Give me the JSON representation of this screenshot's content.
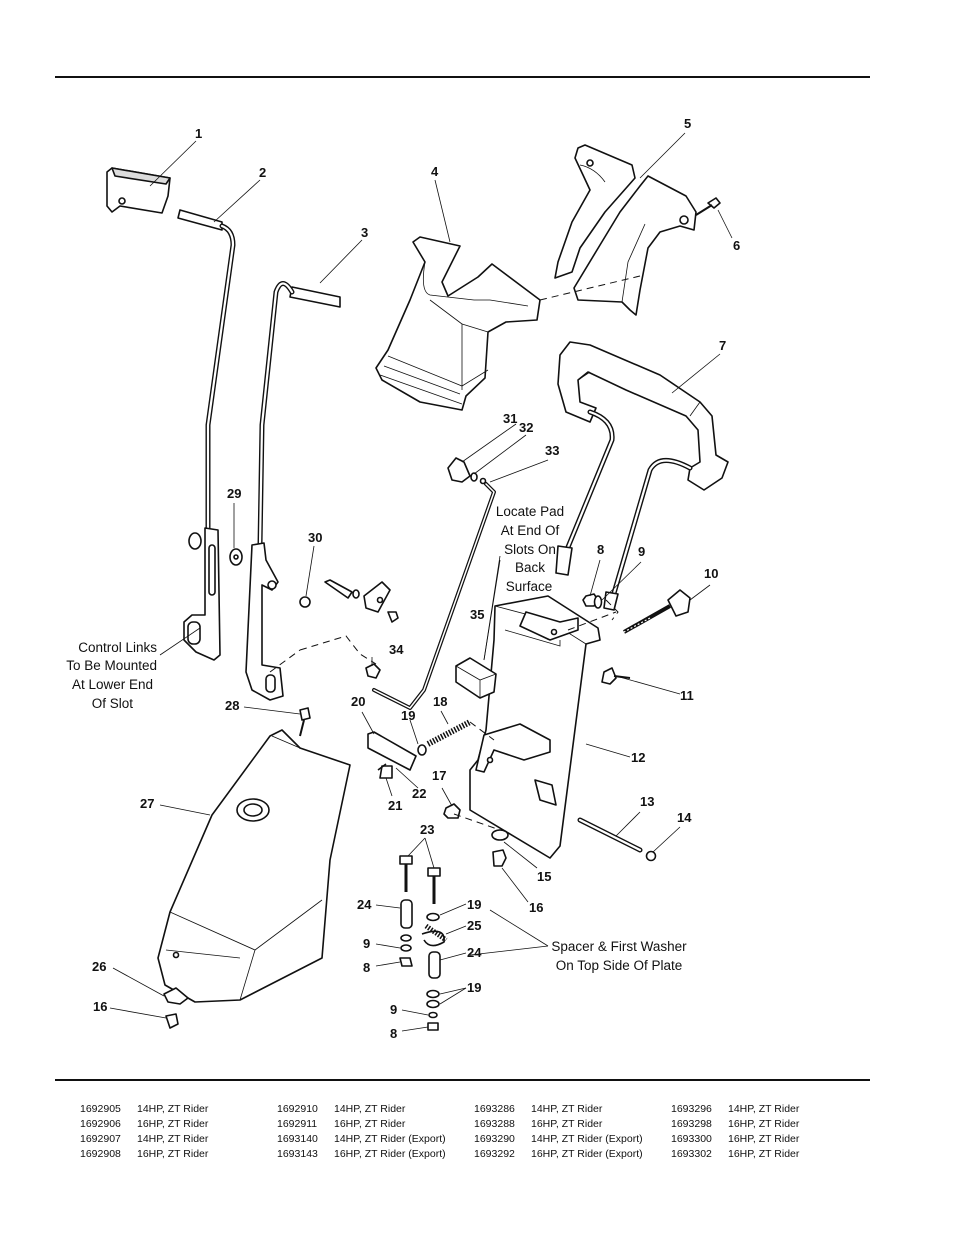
{
  "callouts": [
    "1",
    "2",
    "3",
    "4",
    "5",
    "6",
    "7",
    "8",
    "9",
    "10",
    "11",
    "12",
    "13",
    "14",
    "15",
    "16",
    "17",
    "18",
    "19",
    "20",
    "21",
    "22",
    "23",
    "24",
    "25",
    "26",
    "27",
    "28",
    "29",
    "30",
    "31",
    "32",
    "33",
    "34",
    "35",
    "24",
    "19",
    "9",
    "8",
    "19",
    "9",
    "8",
    "16"
  ],
  "notes": {
    "control_links": [
      "Control Links",
      "To Be Mounted",
      "At Lower End",
      "Of Slot"
    ],
    "locate_pad": [
      "Locate Pad",
      "At End Of",
      "Slots On",
      "Back",
      "Surface"
    ],
    "spacer": [
      "Spacer & First Washer",
      "On Top Side Of Plate"
    ]
  },
  "models": [
    [
      {
        "number": "1692905",
        "desc": "14HP, ZT Rider"
      },
      {
        "number": "1692906",
        "desc": "16HP, ZT Rider"
      },
      {
        "number": "1692907",
        "desc": "14HP, ZT Rider"
      },
      {
        "number": "1692908",
        "desc": "16HP, ZT Rider"
      }
    ],
    [
      {
        "number": "1692910",
        "desc": "14HP, ZT Rider"
      },
      {
        "number": "1692911",
        "desc": "16HP, ZT Rider"
      },
      {
        "number": "1693140",
        "desc": "14HP, ZT Rider (Export)"
      },
      {
        "number": "1693143",
        "desc": "16HP, ZT Rider (Export)"
      }
    ],
    [
      {
        "number": "1693286",
        "desc": "14HP, ZT Rider"
      },
      {
        "number": "1693288",
        "desc": "16HP, ZT Rider"
      },
      {
        "number": "1693290",
        "desc": "14HP, ZT Rider (Export)"
      },
      {
        "number": "1693292",
        "desc": "16HP, ZT Rider (Export)"
      }
    ],
    [
      {
        "number": "1693296",
        "desc": "14HP, ZT Rider"
      },
      {
        "number": "1693298",
        "desc": "16HP, ZT Rider"
      },
      {
        "number": "1693300",
        "desc": "16HP, ZT Rider"
      },
      {
        "number": "1693302",
        "desc": "16HP, ZT Rider"
      }
    ]
  ]
}
